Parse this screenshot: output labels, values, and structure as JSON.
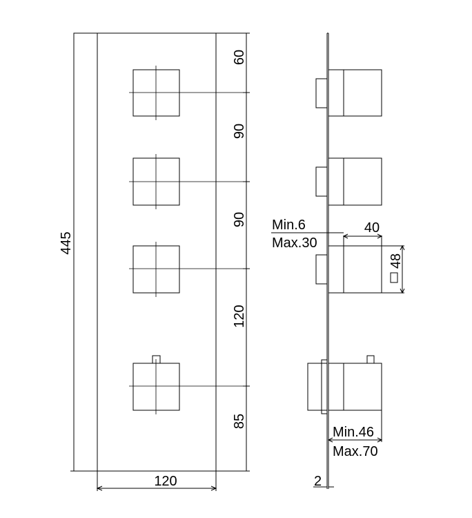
{
  "front_view": {
    "dimensions": {
      "height": "445",
      "width": "120",
      "spacings": [
        "60",
        "90",
        "90",
        "120",
        "85"
      ]
    }
  },
  "side_view": {
    "dimensions": {
      "wall_depth_min": "Min.6",
      "wall_depth_max": "Max.30",
      "knob_depth": "40",
      "knob_size": "48",
      "projection_min": "Min.46",
      "projection_max": "Max.70",
      "plate_thickness": "2"
    }
  }
}
